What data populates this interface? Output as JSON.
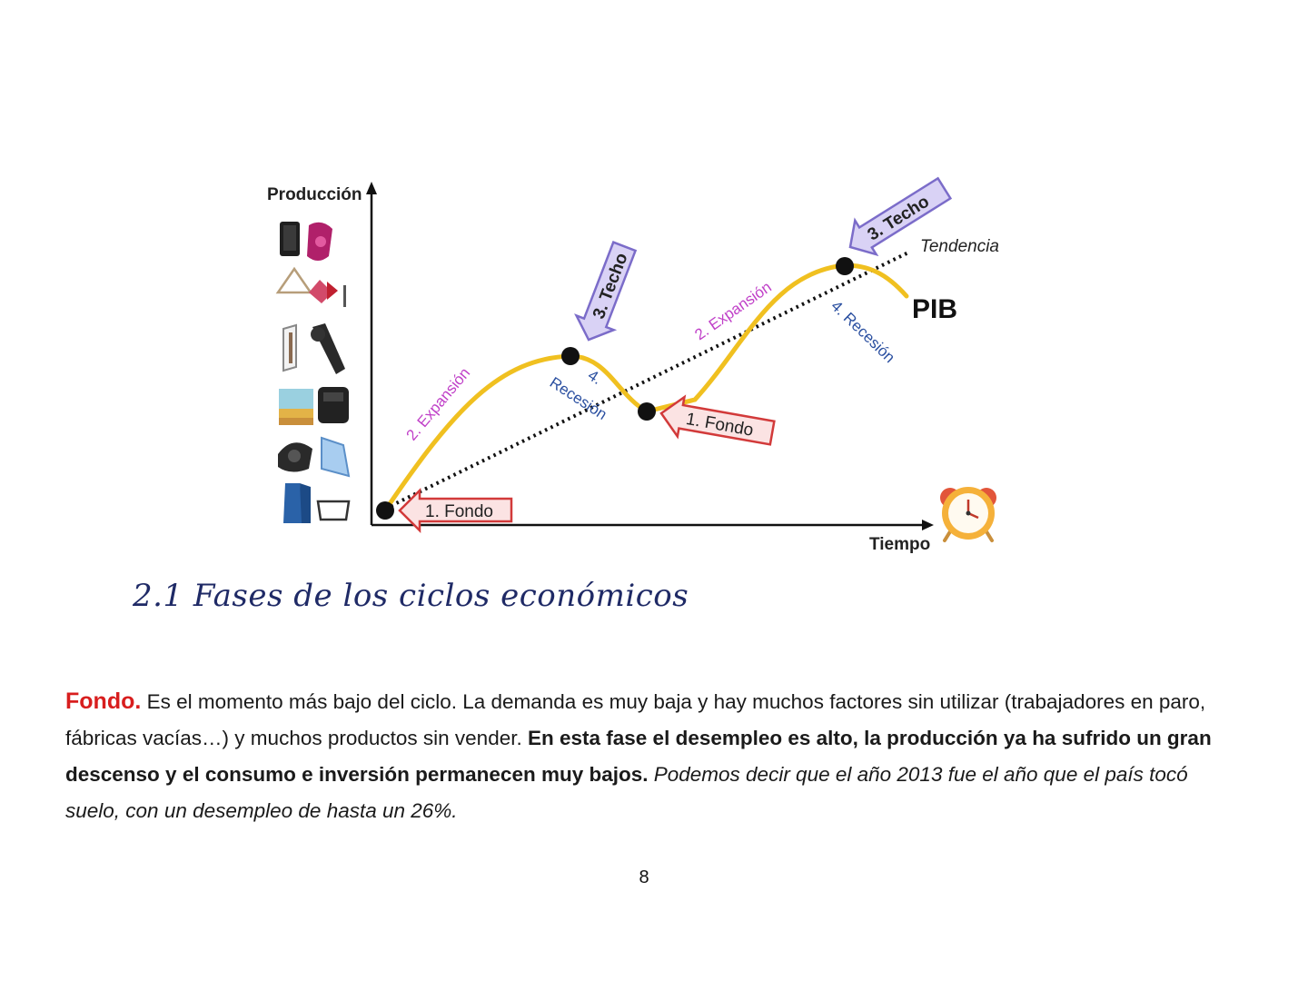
{
  "diagram": {
    "y_axis_label": "Producción",
    "x_axis_label": "Tiempo",
    "curve_label": "PIB",
    "trend_label": "Tendencia",
    "phases": {
      "fondo_1": "1. Fondo",
      "expansion_1": "2. Expansión",
      "techo_1": "3. Techo",
      "recesion_1_line1": "4.",
      "recesion_1_line2": "Recesión",
      "fondo_2": "1. Fondo",
      "expansion_2": "2. Expansión",
      "techo_2": "3. Techo",
      "recesion_2": "4. Recesión"
    },
    "colors": {
      "curve": "#f0c020",
      "expansion_text": "#c040c8",
      "recesion_text": "#2a4fa0",
      "fondo_arrow_fill": "#fbe3e3",
      "fondo_arrow_stroke": "#d23a3a",
      "techo_arrow_fill": "#d9d2f5",
      "techo_arrow_stroke": "#7b6cc9"
    },
    "icons": [
      "product-icons",
      "alarm-clock-icon"
    ]
  },
  "section": {
    "title": "2.1 Fases de los ciclos económicos"
  },
  "paragraph": {
    "term": "Fondo.",
    "text1": " Es el momento más bajo del ciclo. La demanda es muy baja y hay muchos  factores sin utilizar (trabajadores en paro, fábricas vacías…) y muchos productos sin vender. ",
    "bold": "En esta fase el desempleo es alto, la producción ya ha sufrido un gran descenso y el consumo e inversión permanecen muy bajos.",
    "italic": " Podemos decir que el año 2013 fue el año que el país tocó suelo, con un desempleo de hasta un 26%."
  },
  "page": {
    "number": "8"
  }
}
